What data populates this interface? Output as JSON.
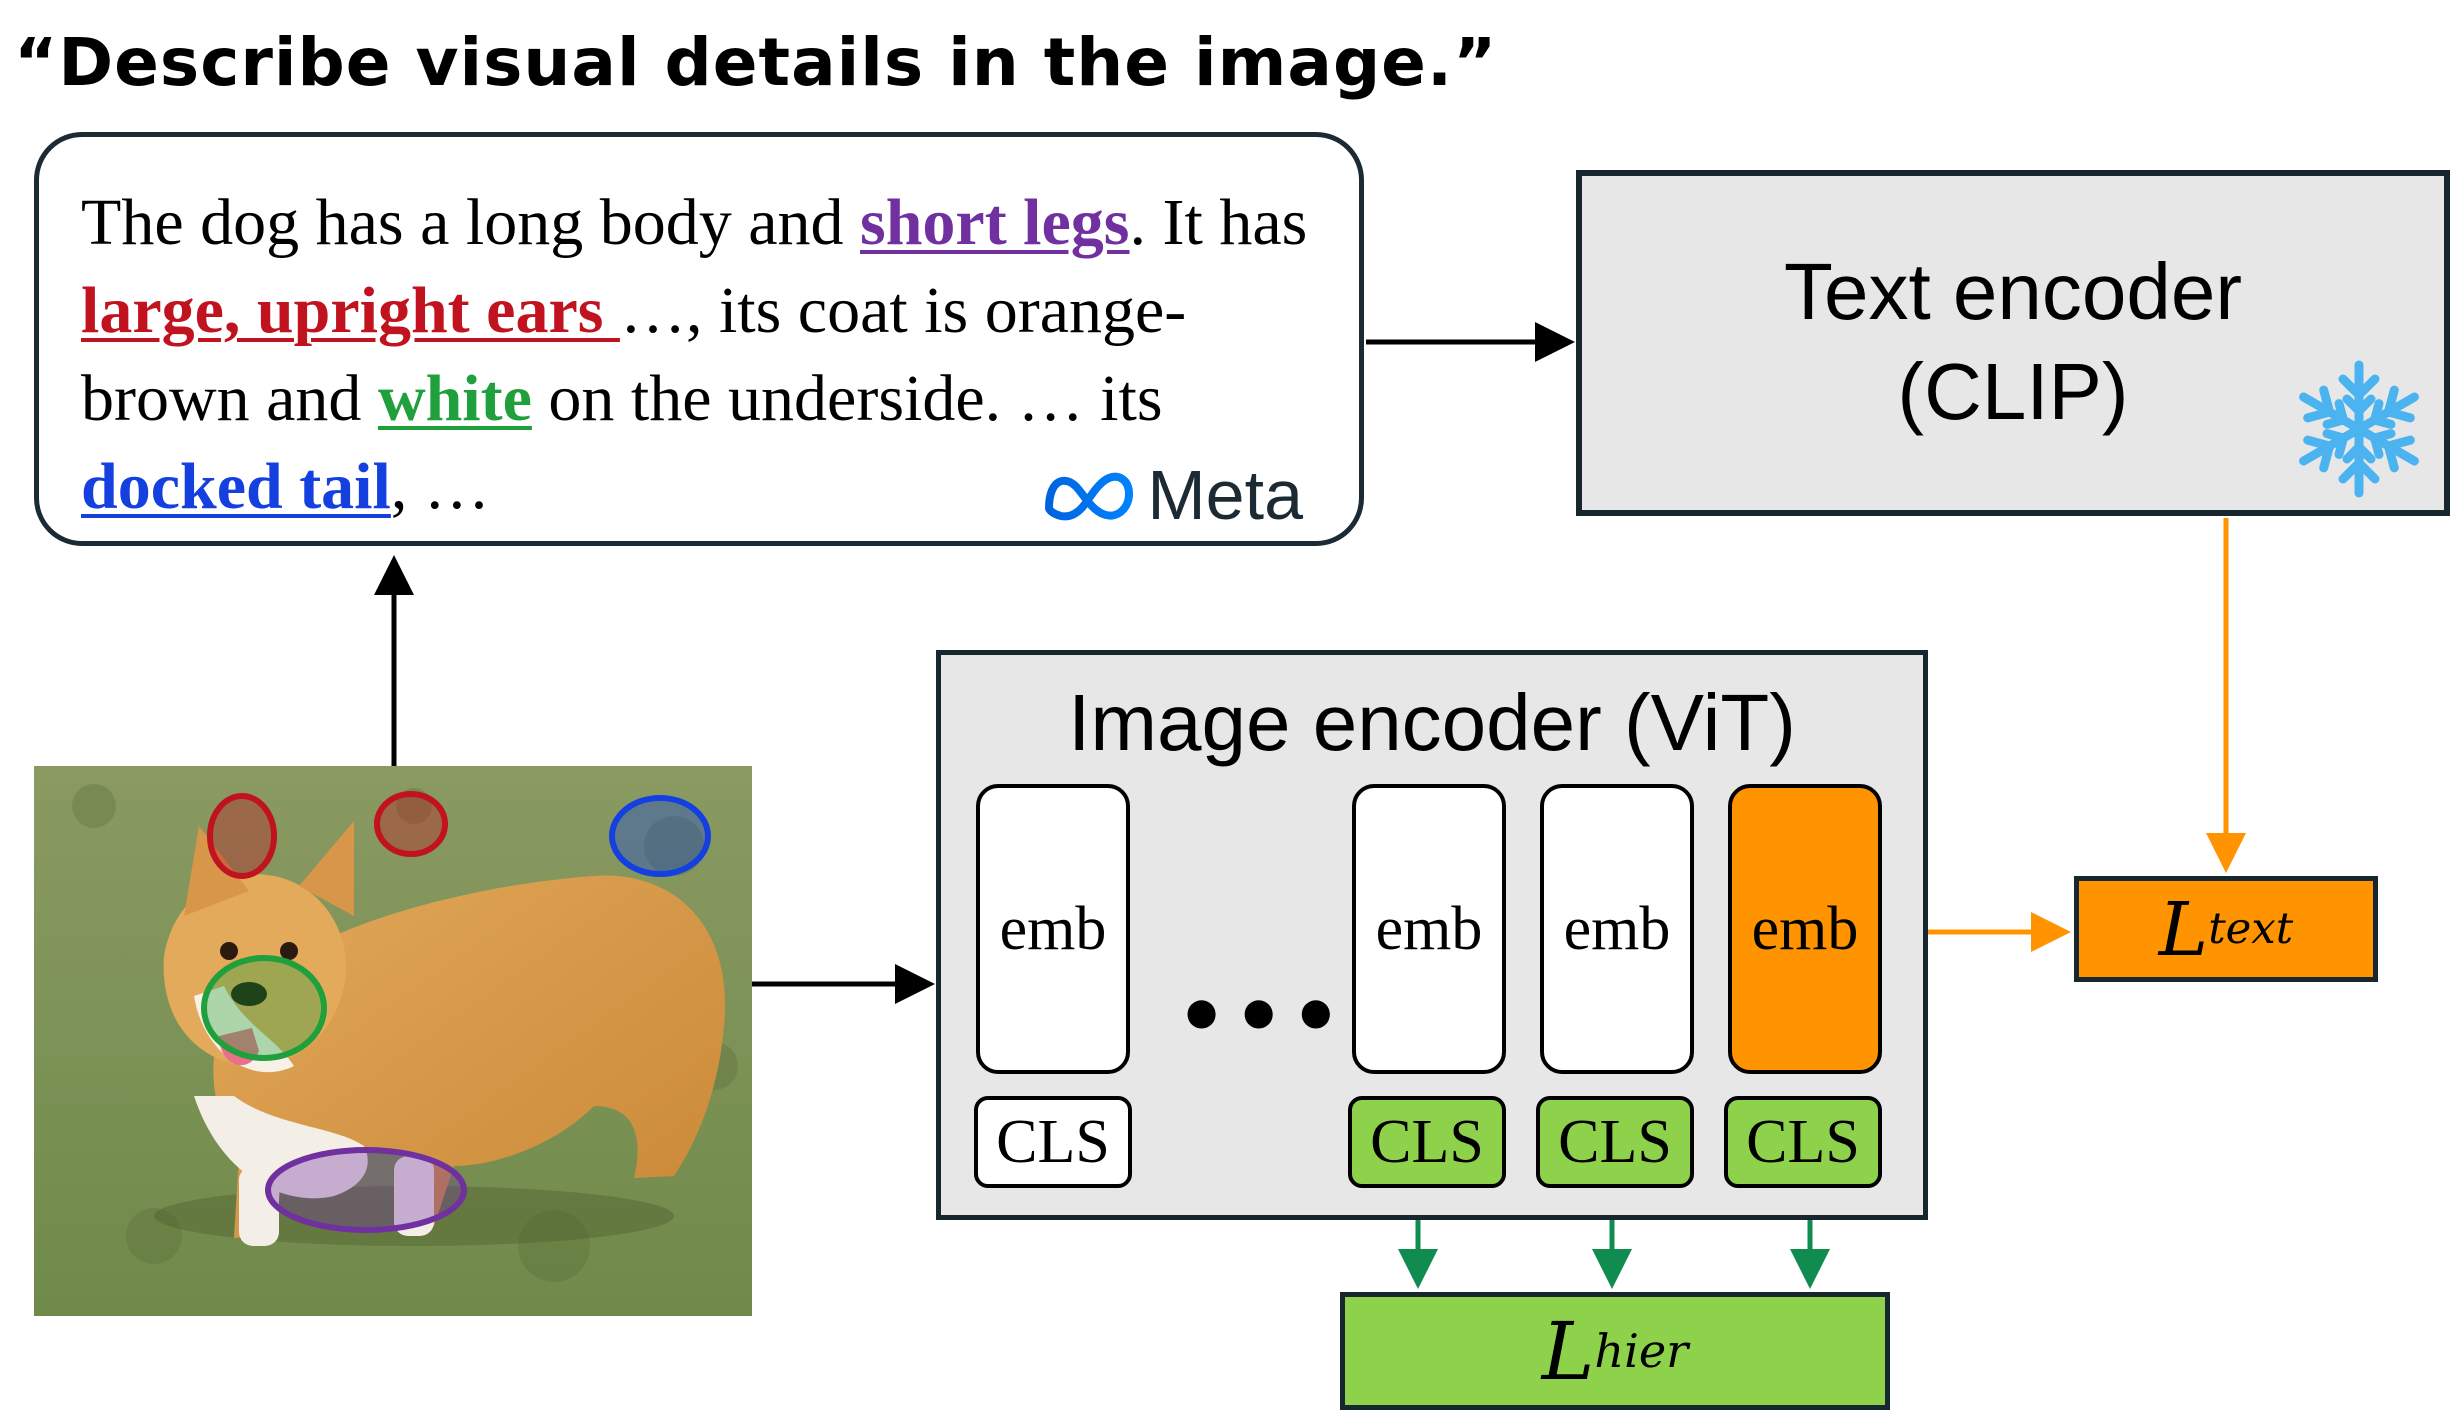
{
  "prompt": "“Describe visual details in the image.”",
  "caption": {
    "p1": "The dog has a long body and ",
    "h1": "short legs",
    "p2": ". It has ",
    "h2": "large, upright ears ",
    "p3": "…, its coat is orange-brown and ",
    "h3": "white",
    "p4": " on the underside. … its ",
    "h4": "docked tail",
    "p5": ", …",
    "logo_text": "Meta"
  },
  "text_encoder": {
    "line1": "Text encoder",
    "line2": "(CLIP)",
    "frozen_icon": "snowflake-icon"
  },
  "image_encoder": {
    "title": "Image encoder (ViT)",
    "emb_label": "emb",
    "cls_label": "CLS",
    "ellipsis": "•••"
  },
  "losses": {
    "text_L": "L",
    "text_sub": "text",
    "hier_L": "L",
    "hier_sub": "hier"
  },
  "colors": {
    "orange": "#ff9300",
    "green": "#8ed14b",
    "arrow_green": "#108c50",
    "arrow_orange": "#ff9300",
    "purple": "#7030a0",
    "red": "#c0121f",
    "green_text": "#1fa03c",
    "blue": "#1540e0"
  }
}
